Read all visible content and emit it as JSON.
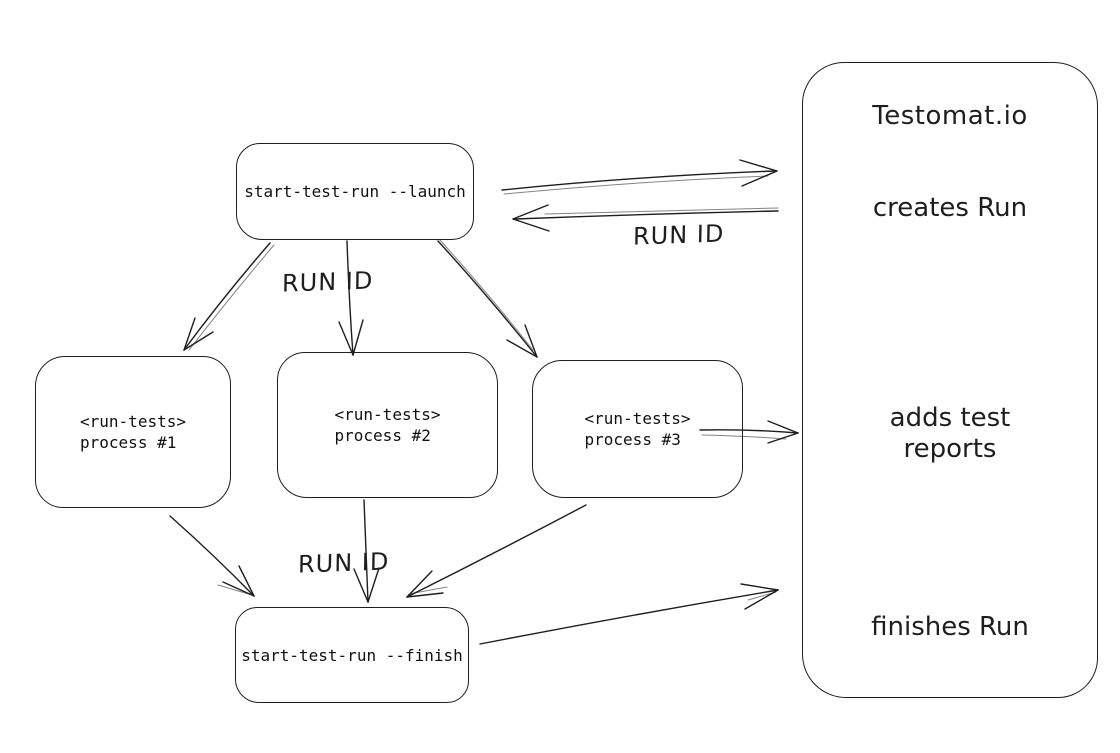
{
  "colors": {
    "background": "#ffffff",
    "stroke": "#1e1e1e",
    "text": "#1e1e1e"
  },
  "nodes": {
    "launch": {
      "label": "start-test-run --launch"
    },
    "finish": {
      "label": "start-test-run --finish"
    },
    "processes": [
      {
        "line1": "<run-tests>",
        "line2": "process #1"
      },
      {
        "line1": "<run-tests>",
        "line2": "process #2"
      },
      {
        "line1": "<run-tests>",
        "line2": "process #3"
      }
    ],
    "testomat": {
      "title": "Testomat.io",
      "creates": "creates Run",
      "adds_line1": "adds test",
      "adds_line2": "reports",
      "finishes": "finishes Run"
    }
  },
  "edge_labels": {
    "run_id_return": "RUN ID",
    "run_id_fanout": "RUN ID",
    "run_id_collect": "RUN ID"
  }
}
